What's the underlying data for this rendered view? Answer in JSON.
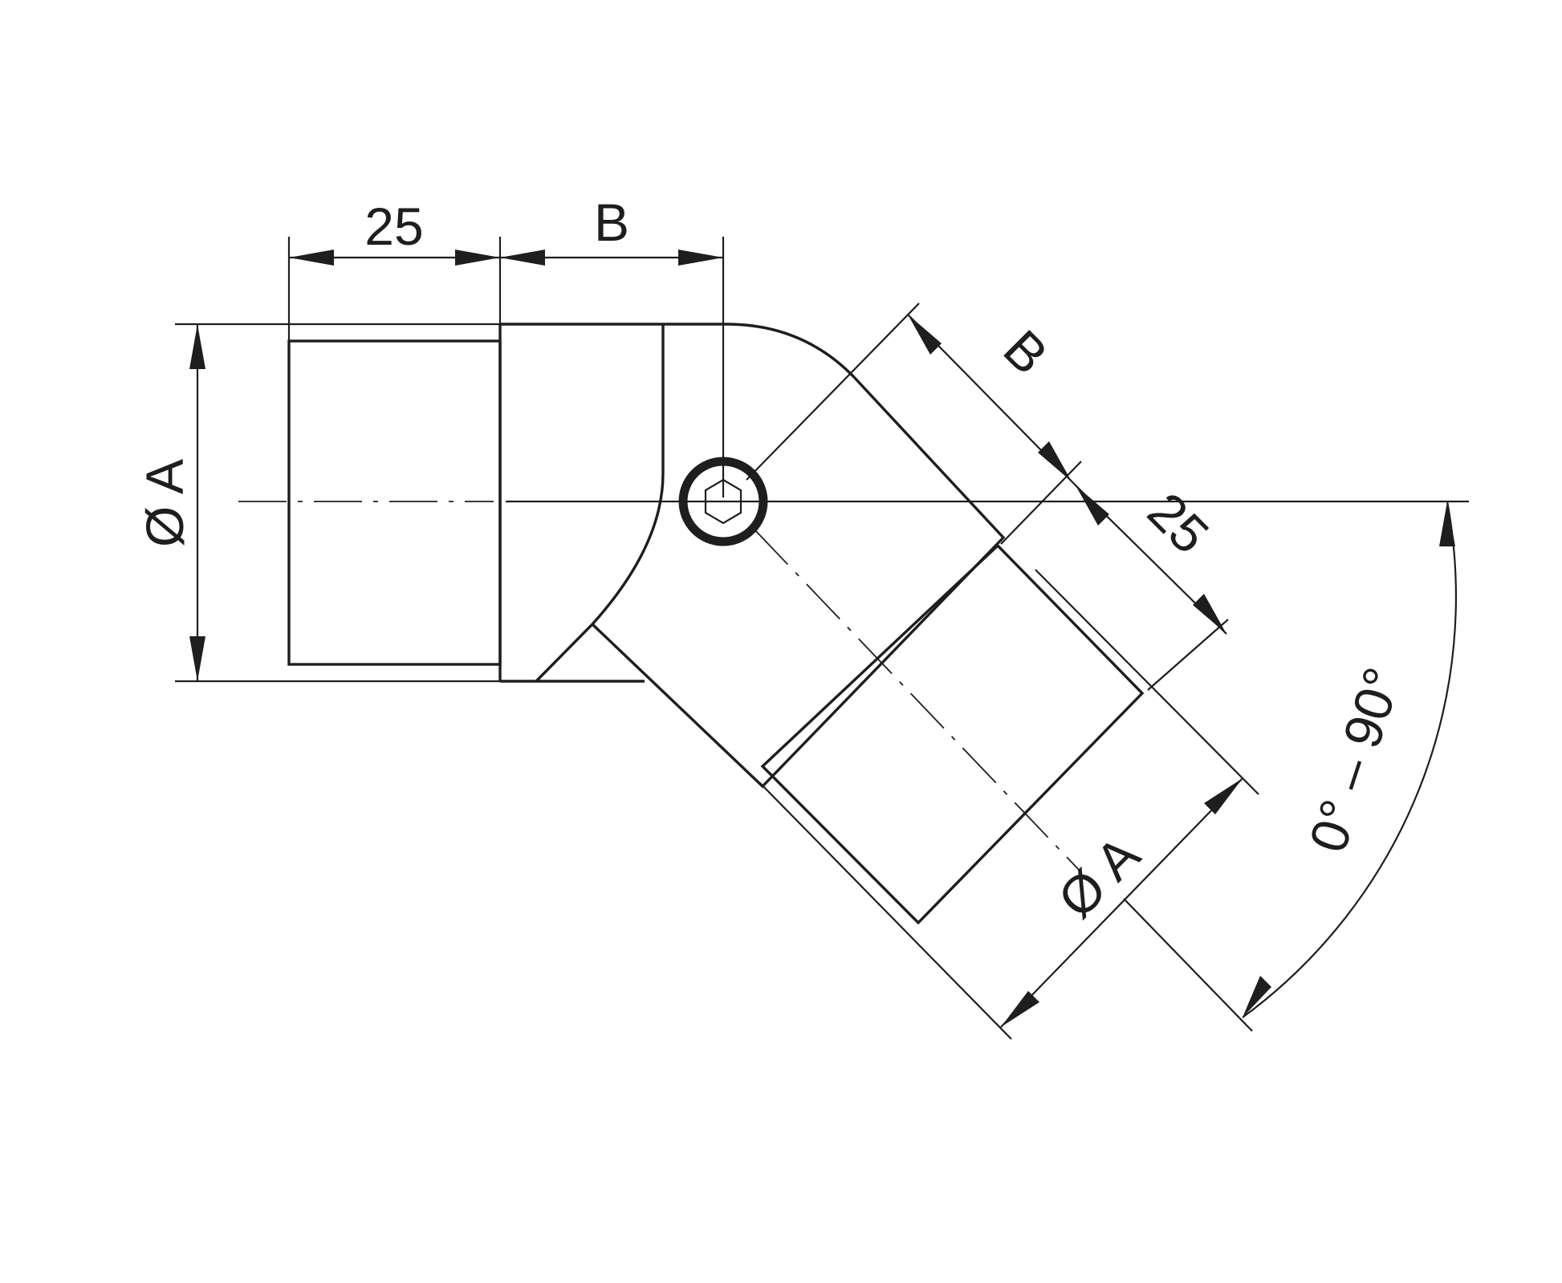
{
  "drawing": {
    "labels": {
      "horizontal_length_25": "25",
      "horizontal_length_b": "B",
      "left_diameter": "Ø A",
      "angled_length_b": "B",
      "angled_length_25": "25",
      "angled_diameter": "Ø A",
      "angle_range": "0° – 90°"
    },
    "colors": {
      "line": "#1e1e1e",
      "background": "#ffffff"
    }
  }
}
